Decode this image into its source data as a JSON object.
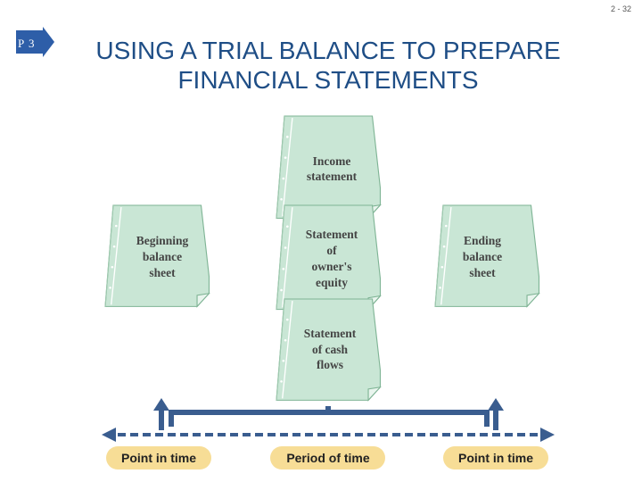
{
  "slide": {
    "page_number": "2 - 32",
    "objective_badge": "P 3",
    "title_line1": "USING A TRIAL BALANCE TO PREPARE",
    "title_line2": "FINANCIAL STATEMENTS"
  },
  "documents": {
    "income": [
      "Income",
      "statement"
    ],
    "beginning": [
      "Beginning",
      "balance",
      "sheet"
    ],
    "owners": [
      "Statement",
      "of",
      "owner's",
      "equity"
    ],
    "ending": [
      "Ending",
      "balance",
      "sheet"
    ],
    "cash": [
      "Statement",
      "of cash",
      "flows"
    ]
  },
  "timeline": {
    "left_label": "Point in time",
    "center_label": "Period of time",
    "right_label": "Point in time"
  },
  "colors": {
    "title": "#1f4e86",
    "badge": "#2e5ea8",
    "document_fill": "#c9e6d5",
    "document_edge": "#7fb495",
    "timeline": "#3a5d8f",
    "pill": "#f7dd96"
  }
}
